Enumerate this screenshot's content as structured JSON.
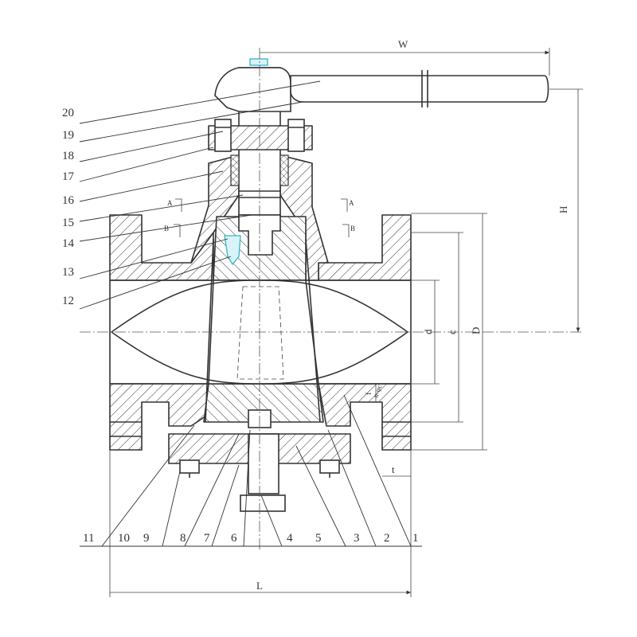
{
  "part_numbers": {
    "left": [
      "20",
      "19",
      "18",
      "17",
      "16",
      "15",
      "14",
      "13",
      "12"
    ],
    "bottom": [
      "11",
      "10",
      "9",
      "8",
      "7",
      "6",
      "4",
      "5",
      "3",
      "2",
      "1"
    ]
  },
  "dimensions": {
    "width": "W",
    "height": "H",
    "length": "L",
    "dia_d": "d",
    "dia_c": "c",
    "dia_D": "D",
    "flange_t": "t",
    "flange_f": "f",
    "bolt_nc": "n-φc"
  },
  "section_marks": {
    "a": "A",
    "b": "B"
  },
  "colors": {
    "line": "#333333",
    "highlight": "#37b3c8"
  }
}
